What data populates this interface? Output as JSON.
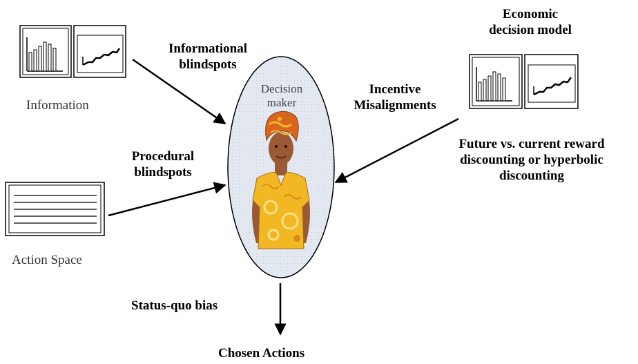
{
  "labels": {
    "economic_model_line1": "Economic",
    "economic_model_line2": "decision model",
    "informational_line1": "Informational",
    "informational_line2": "blindspots",
    "information": "Information",
    "decision_line1": "Decision",
    "decision_line2": "maker",
    "incentive_line1": "Incentive",
    "incentive_line2": "Misalignments",
    "procedural_line1": "Procedural",
    "procedural_line2": "blindspots",
    "discount_line1": "Future vs. current reward",
    "discount_line2": "discounting or hyperbolic",
    "discount_line3": "discounting",
    "action_space": "Action Space",
    "status_quo": "Status-quo bias",
    "chosen_actions": "Chosen Actions"
  },
  "colors": {
    "ellipse_fill": "#e4e9f2",
    "ellipse_stroke": "#000000",
    "headwrap": "#d9661f",
    "shirt": "#f2b824",
    "skin": "#9a5a35"
  },
  "icons": [
    "bar-chart-icon",
    "line-chart-icon",
    "document-icon",
    "decision-maker-figure"
  ]
}
